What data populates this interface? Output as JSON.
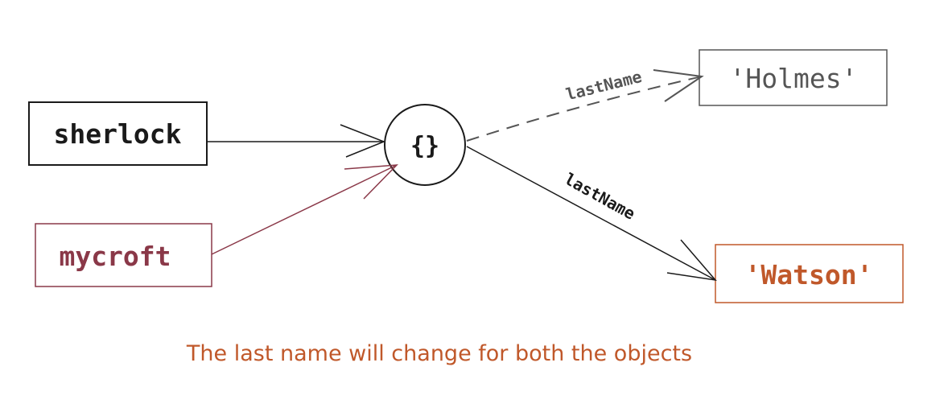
{
  "nodes": {
    "sherlock": {
      "label": "sherlock",
      "color": "#1a1a1a"
    },
    "mycroft": {
      "label": "mycroft",
      "color": "#8a3848"
    },
    "object": {
      "label": "{}",
      "color": "#1a1a1a"
    },
    "holmes": {
      "label": "'Holmes'",
      "color": "#555555"
    },
    "watson": {
      "label": "'Watson'",
      "color": "#c0582a"
    }
  },
  "edges": {
    "old_property": {
      "label": "lastName",
      "color": "#555555",
      "style": "dashed"
    },
    "new_property": {
      "label": "lastName",
      "color": "#1a1a1a",
      "style": "solid"
    },
    "sherlock_ref": {
      "color": "#1a1a1a"
    },
    "mycroft_ref": {
      "color": "#8a3848"
    }
  },
  "caption": {
    "text": "The last name will change for both the objects",
    "color": "#c0582a"
  }
}
